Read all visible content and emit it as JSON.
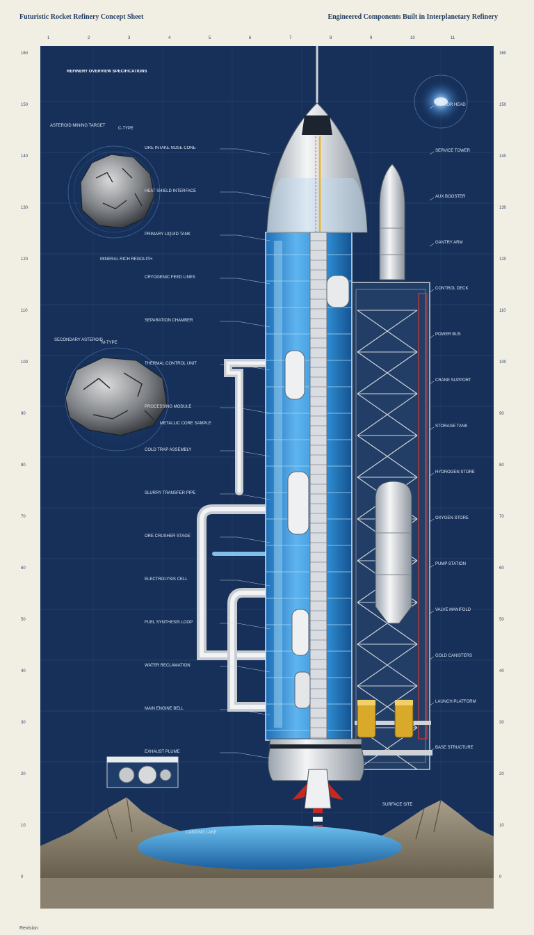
{
  "header": {
    "left_title": "Futuristic Rocket Refinery Concept Sheet",
    "right_title": "Engineered Components Built in Interplanetary Refinery"
  },
  "footer": {
    "label": "Revision"
  },
  "ruler_left": [
    "160",
    "150",
    "140",
    "130",
    "120",
    "110",
    "100",
    "90",
    "80",
    "70",
    "60",
    "50",
    "40",
    "30",
    "20",
    "10",
    "0"
  ],
  "ruler_top": [
    "1",
    "2",
    "3",
    "4",
    "5",
    "6",
    "7",
    "8",
    "9",
    "10",
    "11"
  ],
  "colors": {
    "panel": "#16305a",
    "paper": "#f1efe4",
    "label": "#dfe8f4",
    "tank_blue": "#2f8fd6",
    "hull": "#e6e8ea",
    "flame_red": "#c8281e",
    "gold": "#d9a92a",
    "mountain": "#8b8170"
  },
  "icons": [
    "asteroid-icon",
    "galaxy-icon",
    "sample-disc-icon",
    "rocket-nose-icon",
    "pipe-icon"
  ],
  "legend_box": {
    "label": "REFINERY OVERVIEW SPECIFICATIONS"
  },
  "asteroids": [
    {
      "title": "ASTEROID MINING TARGET",
      "code": "C-TYPE",
      "note": "MINERAL RICH REGOLITH"
    },
    {
      "title": "SECONDARY ASTEROID",
      "code": "M-TYPE",
      "note": "METALLIC CORE SAMPLE"
    }
  ],
  "left_callouts": [
    "ORE INTAKE NOSE CONE",
    "HEAT SHIELD INTERFACE",
    "PRIMARY LIQUID TANK",
    "CRYOGENIC FEED LINES",
    "SEPARATION CHAMBER",
    "THERMAL CONTROL UNIT",
    "PROCESSING MODULE",
    "COLD TRAP ASSEMBLY",
    "SLURRY TRANSFER PIPE",
    "ORE CRUSHER STAGE",
    "ELECTROLYSIS CELL",
    "FUEL SYNTHESIS LOOP",
    "WATER RECLAMATION",
    "MAIN ENGINE BELL",
    "EXHAUST PLUME"
  ],
  "right_callouts": [
    "SENSOR HEAD",
    "SERVICE TOWER",
    "AUX BOOSTER",
    "GANTRY ARM",
    "CONTROL DECK",
    "POWER BUS",
    "CRANE SUPPORT",
    "STORAGE TANK",
    "HYDROGEN STORE",
    "OXYGEN STORE",
    "PUMP STATION",
    "VALVE MANIFOLD",
    "GOLD CANISTERS",
    "LAUNCH PLATFORM",
    "BASE STRUCTURE"
  ],
  "bottom_labels": [
    "LANDING LAKE",
    "SURFACE SITE"
  ]
}
